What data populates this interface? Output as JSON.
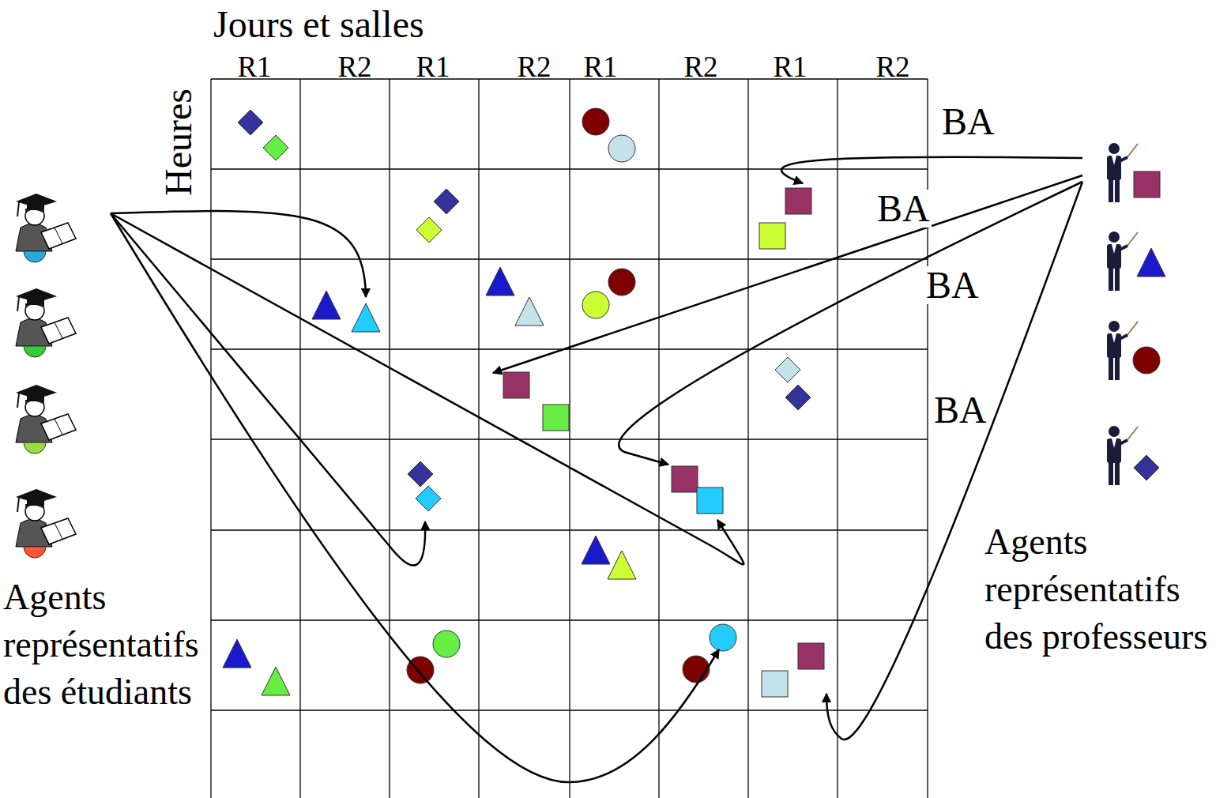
{
  "diagram": {
    "labels": [
      "Jours et salles",
      "R1",
      "R2",
      "R1",
      "R2",
      "R1",
      "R2",
      "R1",
      "R2",
      "Heures",
      "BA",
      "BA",
      "BA",
      "BA",
      "Agents représentatifs des étudiants",
      "Agents représentatifs des professeurs"
    ]
  }
}
